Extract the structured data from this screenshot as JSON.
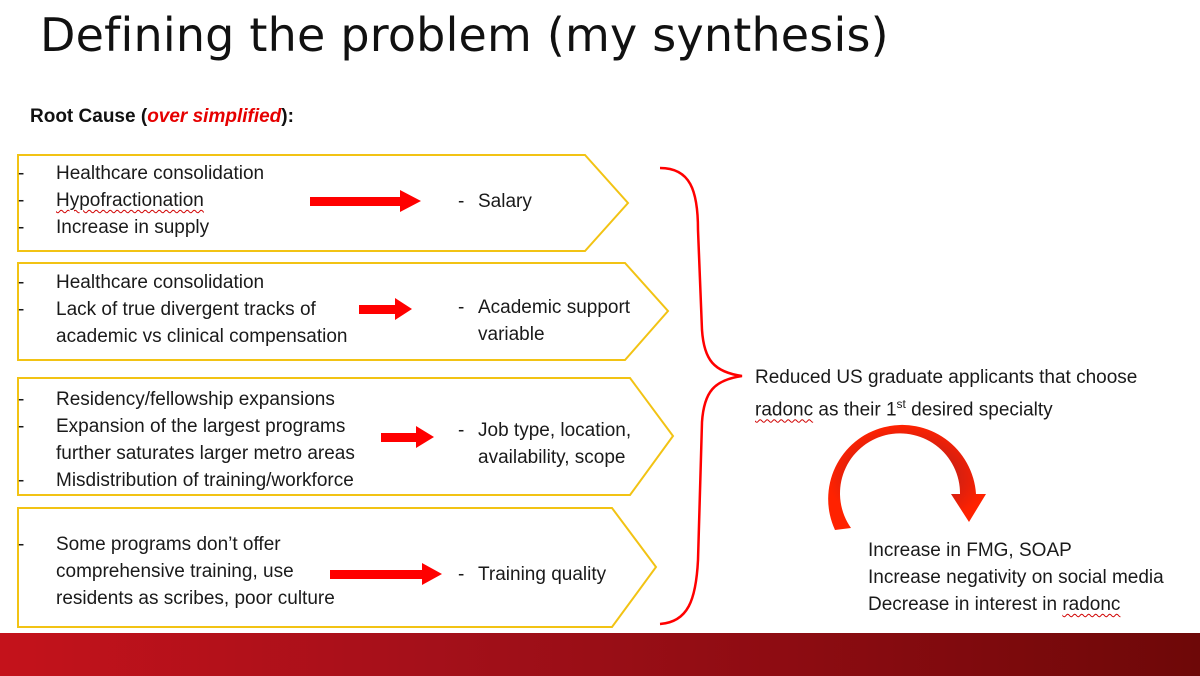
{
  "slide": {
    "title": "Defining the problem (my synthesis)",
    "root_cause": {
      "prefix": "Root Cause (",
      "accent": "over simplified",
      "suffix": "):"
    }
  },
  "rows": [
    {
      "causes": [
        "Healthcare consolidation",
        "Hypofractionation",
        "Increase in supply"
      ],
      "result": [
        "Salary"
      ]
    },
    {
      "causes": [
        "Healthcare consolidation",
        "Lack of true divergent tracks of",
        "academic vs clinical compensation"
      ],
      "result": [
        "Academic support",
        "variable"
      ]
    },
    {
      "causes": [
        "Residency/fellowship expansions",
        "Expansion of the largest programs",
        "further saturates larger metro areas",
        "Misdistribution of training/workforce"
      ],
      "result": [
        "Job type, location,",
        "availability, scope"
      ]
    },
    {
      "causes": [
        "Some programs don’t offer",
        "comprehensive training, use",
        "residents as scribes, poor culture"
      ],
      "result": [
        "Training quality"
      ]
    }
  ],
  "effect": {
    "line1": "Reduced US graduate applicants that choose",
    "line2_word": "radonc",
    "line2_mid": " as their 1",
    "line2_sup": "st",
    "line2_end": " desired specialty"
  },
  "outcomes": {
    "item1": "Increase in FMG, SOAP",
    "item2": "Increase negativity on social media",
    "item3_prefix": "Decrease in interest in ",
    "item3_word": "radonc"
  },
  "colors": {
    "arrow": "#ff0000",
    "chevron_border": "#f2c314",
    "bottom_band": "#b3121b"
  },
  "icons": [
    "right-arrow-icon",
    "curly-brace-icon",
    "cycle-arrow-icon"
  ]
}
